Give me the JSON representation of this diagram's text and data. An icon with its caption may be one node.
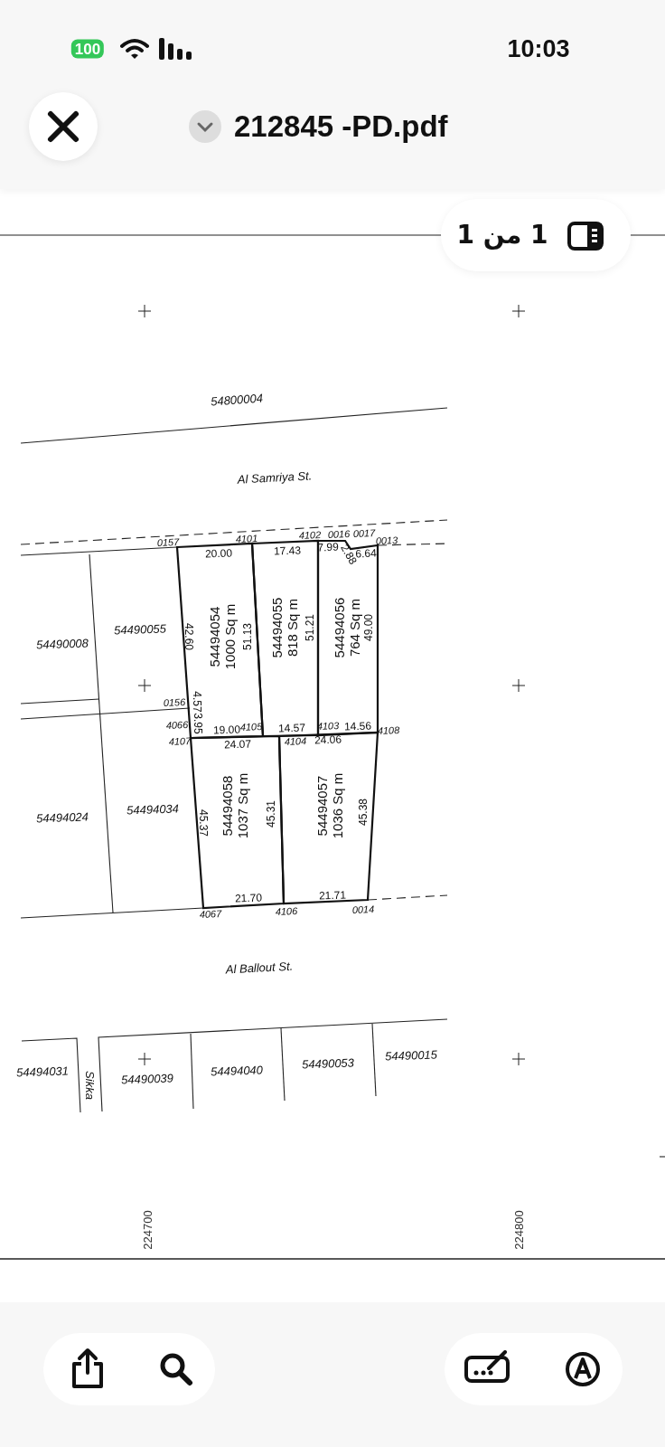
{
  "diagram": {
    "title": "212845 -PD.pdf",
    "nodes": [
      {
        "text": [
          "54494054",
          "1000 Sq m"
        ]
      },
      {
        "text": [
          "54494055",
          "818 Sq m"
        ]
      },
      {
        "text": [
          "54494056",
          "764 Sq m"
        ]
      },
      {
        "text": [
          "54494058",
          "1037 Sq m"
        ]
      },
      {
        "text": [
          "54494057",
          "1036 Sq m"
        ]
      }
    ],
    "labels": [
      "100",
      "10:03",
      "1 من 1",
      "54800004",
      "Al Samriya St.",
      "4101",
      "4102",
      "0016",
      "0017",
      "0157",
      "0013",
      "20.00",
      "17.43",
      "7.99",
      "2.88",
      "6.64",
      "54490008",
      "54490055",
      "42.60",
      "51.13",
      "51.21",
      "49.00",
      "0156",
      "4.57",
      "3.95",
      "4066",
      "19.00",
      "4105",
      "14.57",
      "4103",
      "14.56",
      "4108",
      "4107",
      "24.07",
      "4104",
      "24.06",
      "54494024",
      "54494034",
      "45.37",
      "45.31",
      "45.38",
      "21.70",
      "21.71",
      "4067",
      "4106",
      "0014",
      "Al Ballout St.",
      "54494031",
      "Sikka",
      "54490039",
      "54494040",
      "54490053",
      "54490015",
      "224700",
      "224800"
    ]
  }
}
